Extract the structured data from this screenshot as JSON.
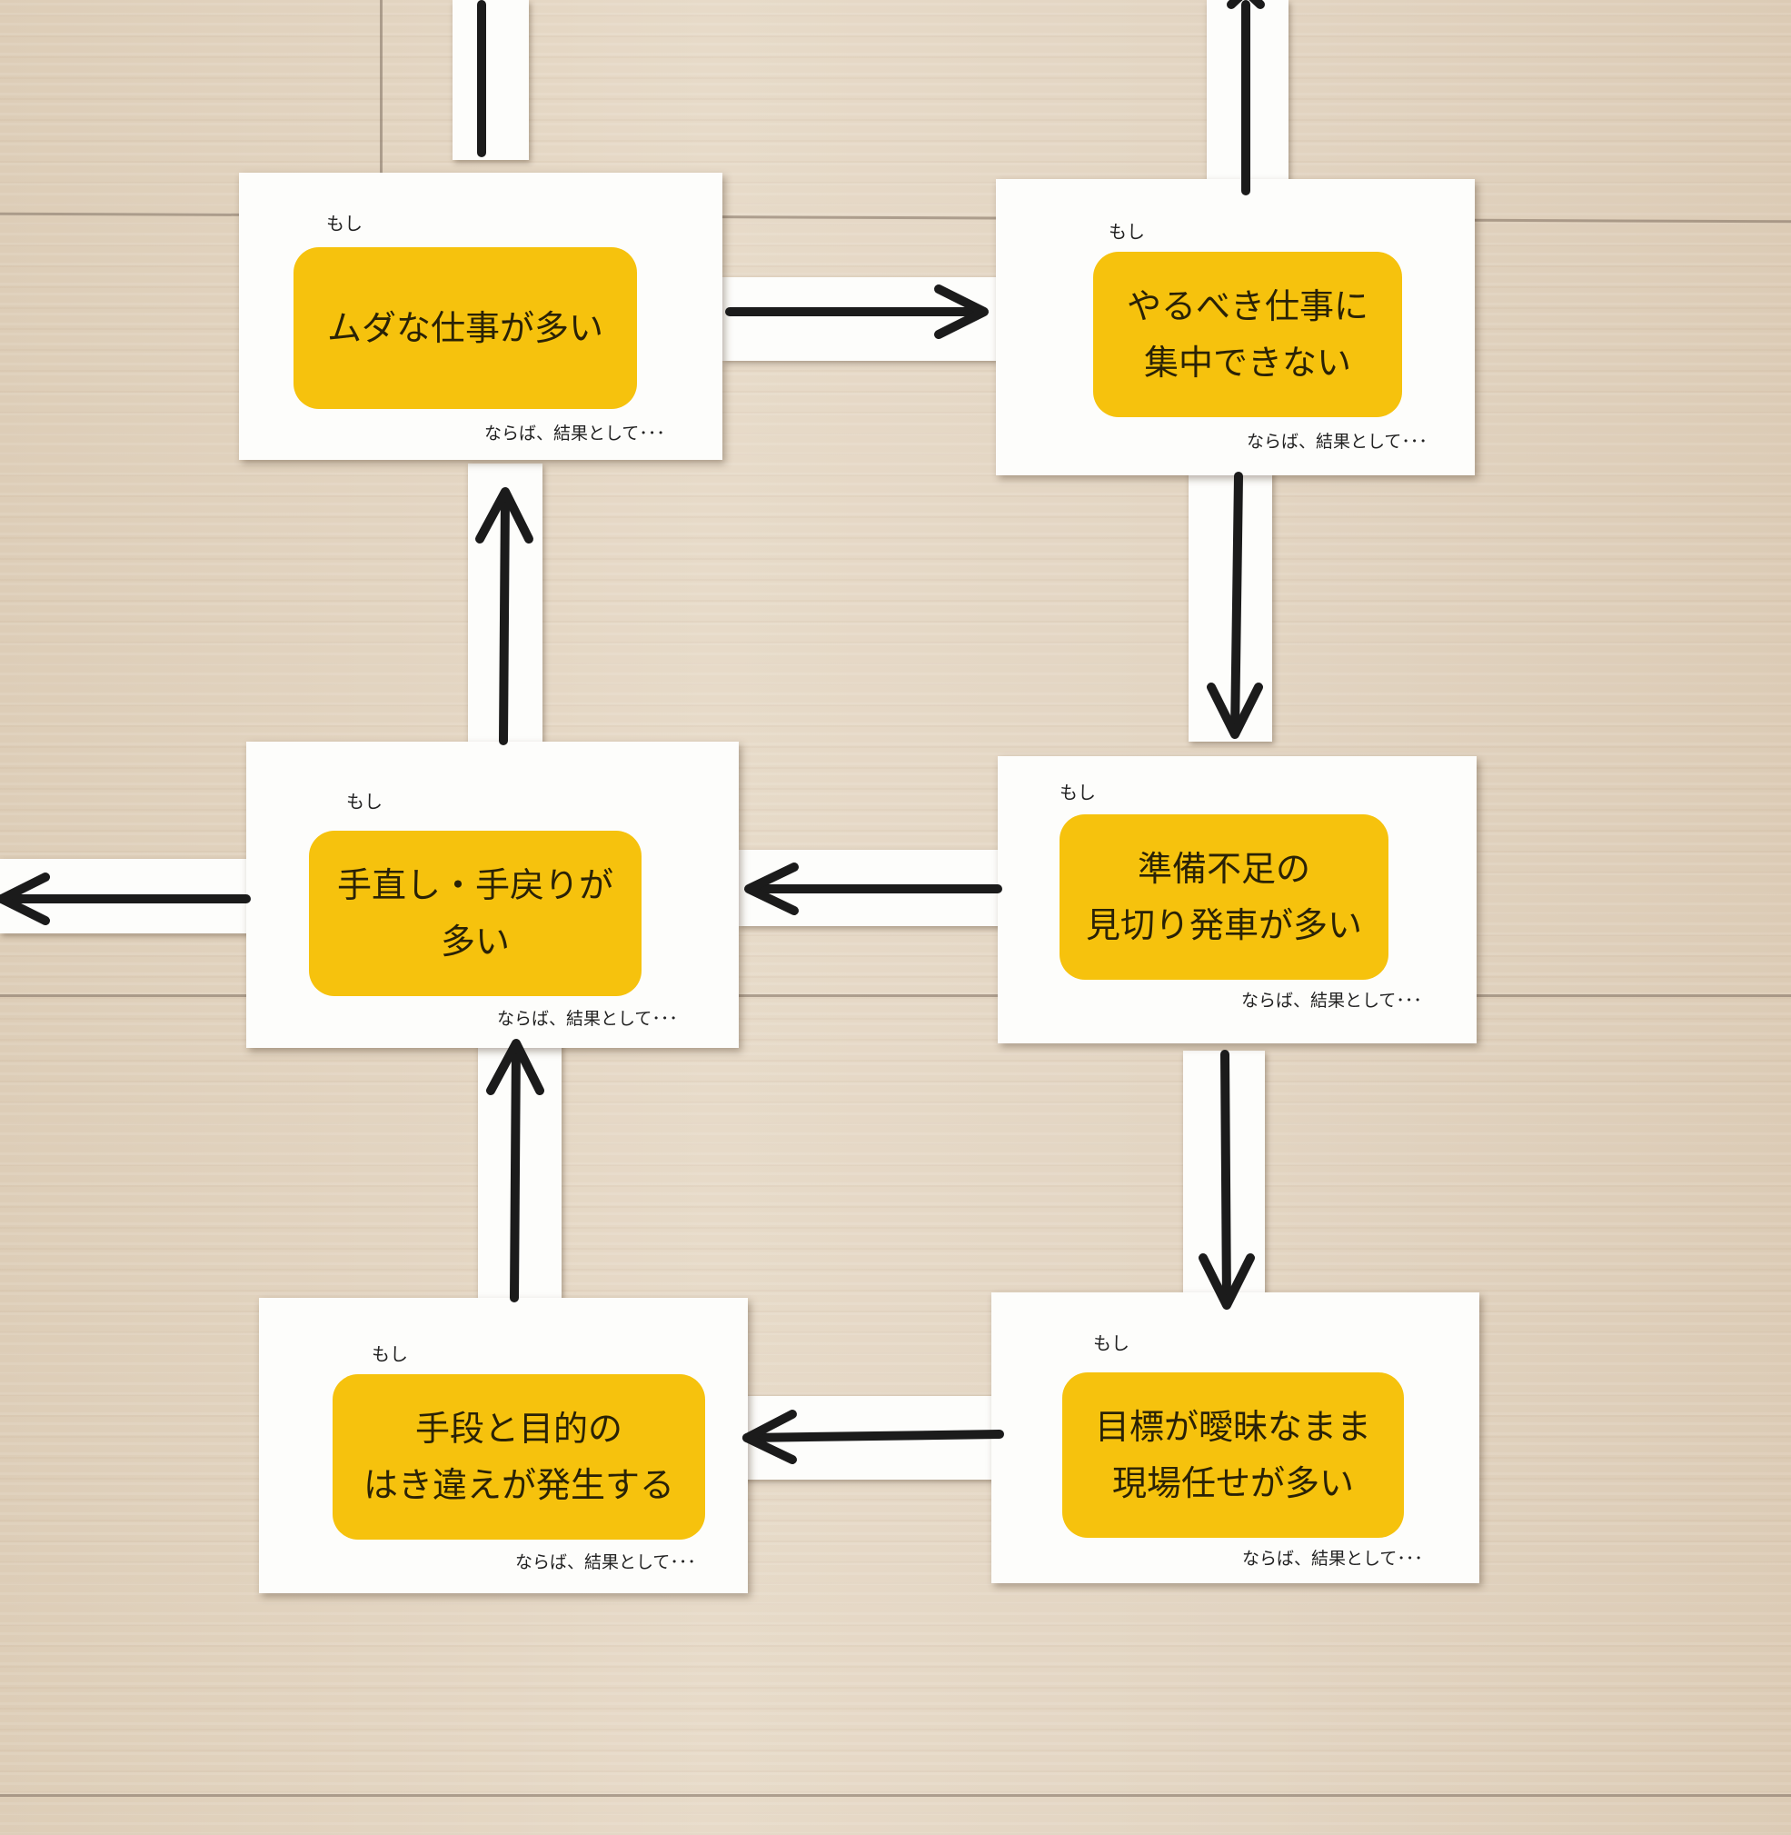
{
  "cards": [
    {
      "id": "card-1",
      "mosi": "もし",
      "text": "ムダな仕事が多い",
      "footer": "ならば、結果として･･･"
    },
    {
      "id": "card-2",
      "mosi": "もし",
      "text": "やるべき仕事に\n集中できない",
      "footer": "ならば、結果として･･･"
    },
    {
      "id": "card-3",
      "mosi": "もし",
      "text": "準備不足の\n見切り発車が多い",
      "footer": "ならば、結果として･･･"
    },
    {
      "id": "card-4",
      "mosi": "もし",
      "text": "手直し・手戻りが\n多い",
      "footer": "ならば、結果として･･･"
    },
    {
      "id": "card-5",
      "mosi": "もし",
      "text": "目標が曖昧なまま\n現場任せが多い",
      "footer": "ならば、結果として･･･"
    },
    {
      "id": "card-6",
      "mosi": "もし",
      "text": "手段と目的の\nはき違えが発生する",
      "footer": "ならば、結果として･･･"
    }
  ],
  "colors": {
    "label_box": "#f6c20d",
    "card": "#fdfdfb",
    "arrow": "#1b1b1b",
    "floor": "#e5d7c4"
  }
}
